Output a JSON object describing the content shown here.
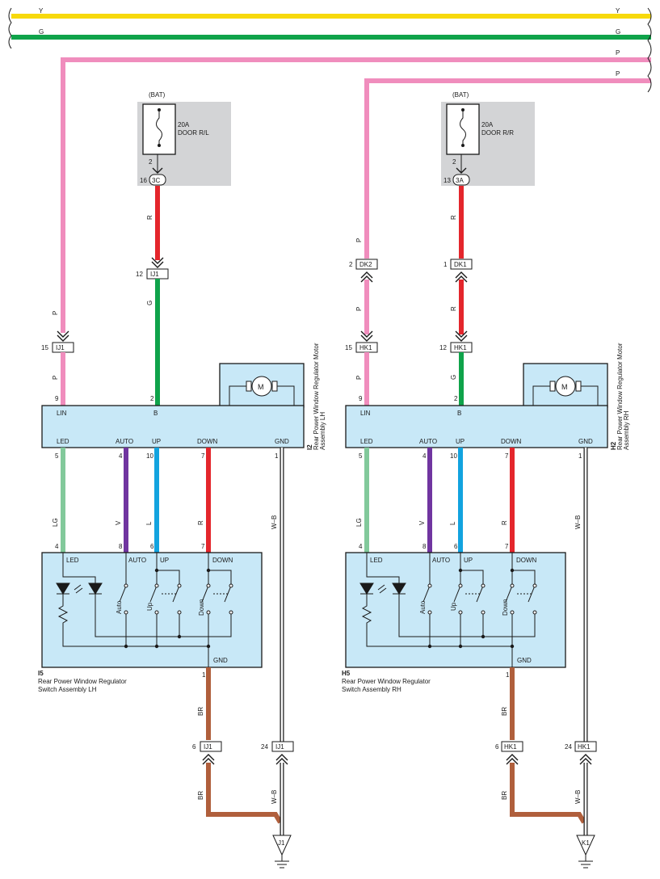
{
  "colors": {
    "Y": "#f7d90c",
    "G": "#0fa34a",
    "P": "#f08dbd",
    "R": "#e4262c",
    "LG": "#82c99b",
    "V": "#7035a0",
    "L": "#12a3df",
    "BR": "#b05f3c",
    "W-B": "#ffffff",
    "box": "#c8e8f7",
    "fuse_bg": "#d3d4d6"
  },
  "top_bus": {
    "y_left": "Y",
    "y_right": "Y",
    "g_left": "G",
    "g_right": "G",
    "p1_right": "P",
    "p2_right": "P"
  },
  "lh": {
    "fuse_source": "(BAT)",
    "fuse_rating": "20A",
    "fuse_name": "DOOR R/L",
    "fuse_pin": "2",
    "fuse_conn_pin": "16",
    "fuse_conn": "3C",
    "wire_r": "R",
    "ij1_upper_pin": "12",
    "ij1_upper": "IJ1",
    "wire_g": "G",
    "p_upper": "P",
    "ij1_p_pin": "15",
    "ij1_p": "IJ1",
    "p_lower": "P",
    "motor": {
      "code": "I2",
      "title_line1": "Rear Power Window Regulator Motor",
      "title_line2": "Assembly LH",
      "m": "M",
      "pin_lin": "9",
      "lin": "LIN",
      "pin_b": "2",
      "b": "B",
      "led": "LED",
      "pin_led": "5",
      "auto": "AUTO",
      "pin_auto": "4",
      "up": "UP",
      "pin_up": "10",
      "down": "DOWN",
      "pin_down": "7",
      "gnd": "GND",
      "pin_gnd": "1"
    },
    "wire_lg": "LG",
    "wire_v": "V",
    "wire_l": "L",
    "wire_r2": "R",
    "wire_wb": "W–B",
    "switch": {
      "code": "I5",
      "title_line1": "Rear Power Window Regulator",
      "title_line2": "Switch Assembly LH",
      "pin_led": "4",
      "led": "LED",
      "pin_auto": "8",
      "auto": "AUTO",
      "pin_up": "6",
      "up": "UP",
      "pin_down": "7",
      "down": "DOWN",
      "sw_auto": "Auto",
      "sw_up": "Up",
      "sw_down": "Down",
      "gnd": "GND",
      "pin_gnd": "1"
    },
    "wire_br1": "BR",
    "ij1_br_pin": "6",
    "ij1_br": "IJ1",
    "ij1_wb_pin": "24",
    "ij1_wb": "IJ1",
    "wire_br2": "BR",
    "wire_wb2": "W–B",
    "ground": "J1"
  },
  "rh": {
    "fuse_source": "(BAT)",
    "fuse_rating": "20A",
    "fuse_name": "DOOR R/R",
    "fuse_pin": "2",
    "fuse_conn_pin": "13",
    "fuse_conn": "3A",
    "wire_r_upper": "R",
    "dk1_pin": "1",
    "dk1": "DK1",
    "wire_r_lower": "R",
    "hk1_upper_pin": "12",
    "hk1_upper": "HK1",
    "wire_g": "G",
    "p_upper": "P",
    "dk2_pin": "2",
    "dk2": "DK2",
    "p_mid": "P",
    "hk1_p_pin": "15",
    "hk1_p": "HK1",
    "p_lower": "P",
    "motor": {
      "code": "H2",
      "title_line1": "Rear Power Window Regulator Motor",
      "title_line2": "Assembly RH",
      "m": "M",
      "pin_lin": "9",
      "lin": "LIN",
      "pin_b": "2",
      "b": "B",
      "led": "LED",
      "pin_led": "5",
      "auto": "AUTO",
      "pin_auto": "4",
      "up": "UP",
      "pin_up": "10",
      "down": "DOWN",
      "pin_down": "7",
      "gnd": "GND",
      "pin_gnd": "1"
    },
    "wire_lg": "LG",
    "wire_v": "V",
    "wire_l": "L",
    "wire_r2": "R",
    "wire_wb": "W–B",
    "switch": {
      "code": "H5",
      "title_line1": "Rear Power Window Regulator",
      "title_line2": "Switch Assembly RH",
      "pin_led": "4",
      "led": "LED",
      "pin_auto": "8",
      "auto": "AUTO",
      "pin_up": "6",
      "up": "UP",
      "pin_down": "7",
      "down": "DOWN",
      "sw_auto": "Auto",
      "sw_up": "Up",
      "sw_down": "Down",
      "gnd": "GND",
      "pin_gnd": "1"
    },
    "wire_br1": "BR",
    "hk1_br_pin": "6",
    "hk1_br": "HK1",
    "hk1_wb_pin": "24",
    "hk1_wb": "HK1",
    "wire_br2": "BR",
    "wire_wb2": "W–B",
    "ground": "K1"
  }
}
